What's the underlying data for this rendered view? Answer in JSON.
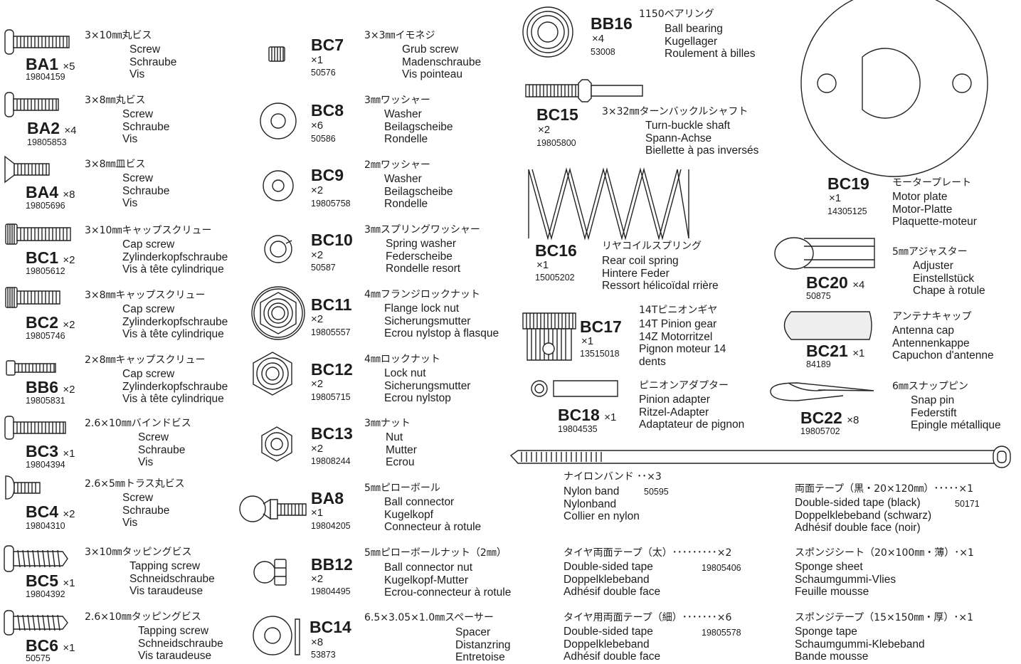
{
  "parts": {
    "BA1": {
      "code": "BA1",
      "qty": "×5",
      "pn": "19804159",
      "jp": "3×10㎜丸ビス",
      "en": [
        "Screw",
        "Schraube",
        "Vis"
      ]
    },
    "BA2": {
      "code": "BA2",
      "qty": "×4",
      "pn": "19805853",
      "jp": "3×8㎜丸ビス",
      "en": [
        "Screw",
        "Schraube",
        "Vis"
      ]
    },
    "BA4": {
      "code": "BA4",
      "qty": "×8",
      "pn": "19805696",
      "jp": "3×8㎜皿ビス",
      "en": [
        "Screw",
        "Schraube",
        "Vis"
      ]
    },
    "BC1": {
      "code": "BC1",
      "qty": "×2",
      "pn": "19805612",
      "jp": "3×10㎜キャップスクリュー",
      "en": [
        "Cap screw",
        "Zylinderkopfschraube",
        "Vis à tête cylindrique"
      ]
    },
    "BC2": {
      "code": "BC2",
      "qty": "×2",
      "pn": "19805746",
      "jp": "3×8㎜キャップスクリュー",
      "en": [
        "Cap screw",
        "Zylinderkopfschraube",
        "Vis à tête cylindrique"
      ]
    },
    "BB6": {
      "code": "BB6",
      "qty": "×2",
      "pn": "19805831",
      "jp": "2×8㎜キャップスクリュー",
      "en": [
        "Cap screw",
        "Zylinderkopfschraube",
        "Vis à tête cylindrique"
      ]
    },
    "BC3": {
      "code": "BC3",
      "qty": "×1",
      "pn": "19804394",
      "jp": "2.6×10㎜バインドビス",
      "en": [
        "Screw",
        "Schraube",
        "Vis"
      ]
    },
    "BC4": {
      "code": "BC4",
      "qty": "×2",
      "pn": "19804310",
      "jp": "2.6×5㎜トラス丸ビス",
      "en": [
        "Screw",
        "Schraube",
        "Vis"
      ]
    },
    "BC5": {
      "code": "BC5",
      "qty": "×1",
      "pn": "19804392",
      "jp": "3×10㎜タッピングビス",
      "en": [
        "Tapping screw",
        "Schneidschraube",
        "Vis taraudeuse"
      ]
    },
    "BC6": {
      "code": "BC6",
      "qty": "×1",
      "pn": "50575",
      "jp": "2.6×10㎜タッピングビス",
      "en": [
        "Tapping screw",
        "Schneidschraube",
        "Vis taraudeuse"
      ]
    },
    "BC7": {
      "code": "BC7",
      "qty": "×1",
      "pn": "50576",
      "jp": "3×3㎜イモネジ",
      "en": [
        "Grub screw",
        "Madenschraube",
        "Vis pointeau"
      ]
    },
    "BC8": {
      "code": "BC8",
      "qty": "×6",
      "pn": "50586",
      "jp": "3㎜ワッシャー",
      "en": [
        "Washer",
        "Beilagscheibe",
        "Rondelle"
      ]
    },
    "BC9": {
      "code": "BC9",
      "qty": "×2",
      "pn": "19805758",
      "jp": "2㎜ワッシャー",
      "en": [
        "Washer",
        "Beilagscheibe",
        "Rondelle"
      ]
    },
    "BC10": {
      "code": "BC10",
      "qty": "×2",
      "pn": "50587",
      "jp": "3㎜スプリングワッシャー",
      "en": [
        "Spring washer",
        "Federscheibe",
        "Rondelle resort"
      ]
    },
    "BC11": {
      "code": "BC11",
      "qty": "×2",
      "pn": "19805557",
      "jp": "4㎜フランジロックナット",
      "en": [
        "Flange lock nut",
        "Sicherungsmutter",
        "Ecrou nylstop à flasque"
      ]
    },
    "BC12": {
      "code": "BC12",
      "qty": "×2",
      "pn": "19805715",
      "jp": "4㎜ロックナット",
      "en": [
        "Lock nut",
        "Sicherungsmutter",
        "Ecrou nylstop"
      ]
    },
    "BC13": {
      "code": "BC13",
      "qty": "×2",
      "pn": "19808244",
      "jp": "3㎜ナット",
      "en": [
        "Nut",
        "Mutter",
        "Ecrou"
      ]
    },
    "BA8": {
      "code": "BA8",
      "qty": "×1",
      "pn": "19804205",
      "jp": "5㎜ピローボール",
      "en": [
        "Ball connector",
        "Kugelkopf",
        "Connecteur à rotule"
      ]
    },
    "BB12": {
      "code": "BB12",
      "qty": "×2",
      "pn": "19804495",
      "jp": "5㎜ピローボールナット（2㎜）",
      "en": [
        "Ball connector nut",
        "Kugelkopf-Mutter",
        "Ecrou-connecteur à rotule"
      ]
    },
    "BC14": {
      "code": "BC14",
      "qty": "×8",
      "pn": "53873",
      "jp": "6.5×3.05×1.0㎜スペーサー",
      "en": [
        "Spacer",
        "Distanzring",
        "Entretoise"
      ]
    },
    "BB16": {
      "code": "BB16",
      "qty": "×4",
      "pn": "53008",
      "jp": "1150ベアリング",
      "en": [
        "Ball bearing",
        "Kugellager",
        "Roulement à billes"
      ]
    },
    "BC15": {
      "code": "BC15",
      "qty": "×2",
      "pn": "19805800",
      "jp": "3×32㎜ターンバックルシャフト",
      "en": [
        "Turn-buckle shaft",
        "Spann-Achse",
        "Biellette à pas inversés"
      ]
    },
    "BC16": {
      "code": "BC16",
      "qty": "×1",
      "pn": "15005202",
      "jp": "リヤコイルスプリング",
      "en": [
        "Rear coil spring",
        "Hintere Feder",
        "Ressort hélicoïdal rrière"
      ]
    },
    "BC17": {
      "code": "BC17",
      "qty": "×1",
      "pn": "13515018",
      "jp": "14Tピニオンギヤ",
      "en": [
        "14T Pinion gear",
        "14Z Motorritzel",
        "Pignon moteur 14",
        "dents"
      ]
    },
    "BC18": {
      "code": "BC18",
      "qty": "×1",
      "pn": "19804535",
      "jp": "ピニオンアダプター",
      "en": [
        "Pinion adapter",
        "Ritzel-Adapter",
        "Adaptateur de pignon"
      ]
    },
    "BC19": {
      "code": "BC19",
      "qty": "×1",
      "pn": "14305125",
      "jp": "モータープレート",
      "en": [
        "Motor plate",
        "Motor-Platte",
        "Plaquette-moteur"
      ]
    },
    "BC20": {
      "code": "BC20",
      "qty": "×4",
      "pn": "50875",
      "jp": "5㎜アジャスター",
      "en": [
        "Adjuster",
        "Einstellstück",
        "Chape à rotule"
      ]
    },
    "BC21": {
      "code": "BC21",
      "qty": "×1",
      "pn": "84189",
      "jp": "アンテナキャップ",
      "en": [
        "Antenna cap",
        "Antennenkappe",
        "Capuchon d'antenne"
      ]
    },
    "BC22": {
      "code": "BC22",
      "qty": "×8",
      "pn": "19805702",
      "jp": "6㎜スナップピン",
      "en": [
        "Snap pin",
        "Federstift",
        "Epingle métallique"
      ]
    }
  },
  "misc": {
    "nylon": {
      "jp": "ナイロンバンド ･･×3",
      "pn": "50595",
      "en": [
        "Nylon band",
        "Nylonband",
        "Collier en nylon"
      ]
    },
    "tape_black": {
      "jp": "両面テープ（黒・20×120㎜）･････×1",
      "pn": "50171",
      "en": [
        "Double-sided tape (black)",
        "Doppelklebeband (schwarz)",
        "Adhésif double face (noir)"
      ]
    },
    "tire_tape_thick": {
      "jp": "タイヤ両面テープ（太）･････････×2",
      "pn": "19805406",
      "en": [
        "Double-sided tape",
        "Doppelklebeband",
        "Adhésif double face"
      ]
    },
    "sponge_sheet": {
      "jp": "スポンジシート（20×100㎜・薄）･×1",
      "en": [
        "Sponge sheet",
        "Schaumgummi-Vlies",
        "Feuille mousse"
      ]
    },
    "tire_tape_thin": {
      "jp": "タイヤ用両面テープ（細）･･･････×6",
      "pn": "19805578",
      "en": [
        "Double-sided tape",
        "Doppelklebeband",
        "Adhésif double face"
      ]
    },
    "sponge_tape": {
      "jp": "スポンジテープ（15×150㎜・厚）･×1",
      "en": [
        "Sponge tape",
        "Schaumgummi-Klebeband",
        "Bande mousse"
      ]
    }
  }
}
